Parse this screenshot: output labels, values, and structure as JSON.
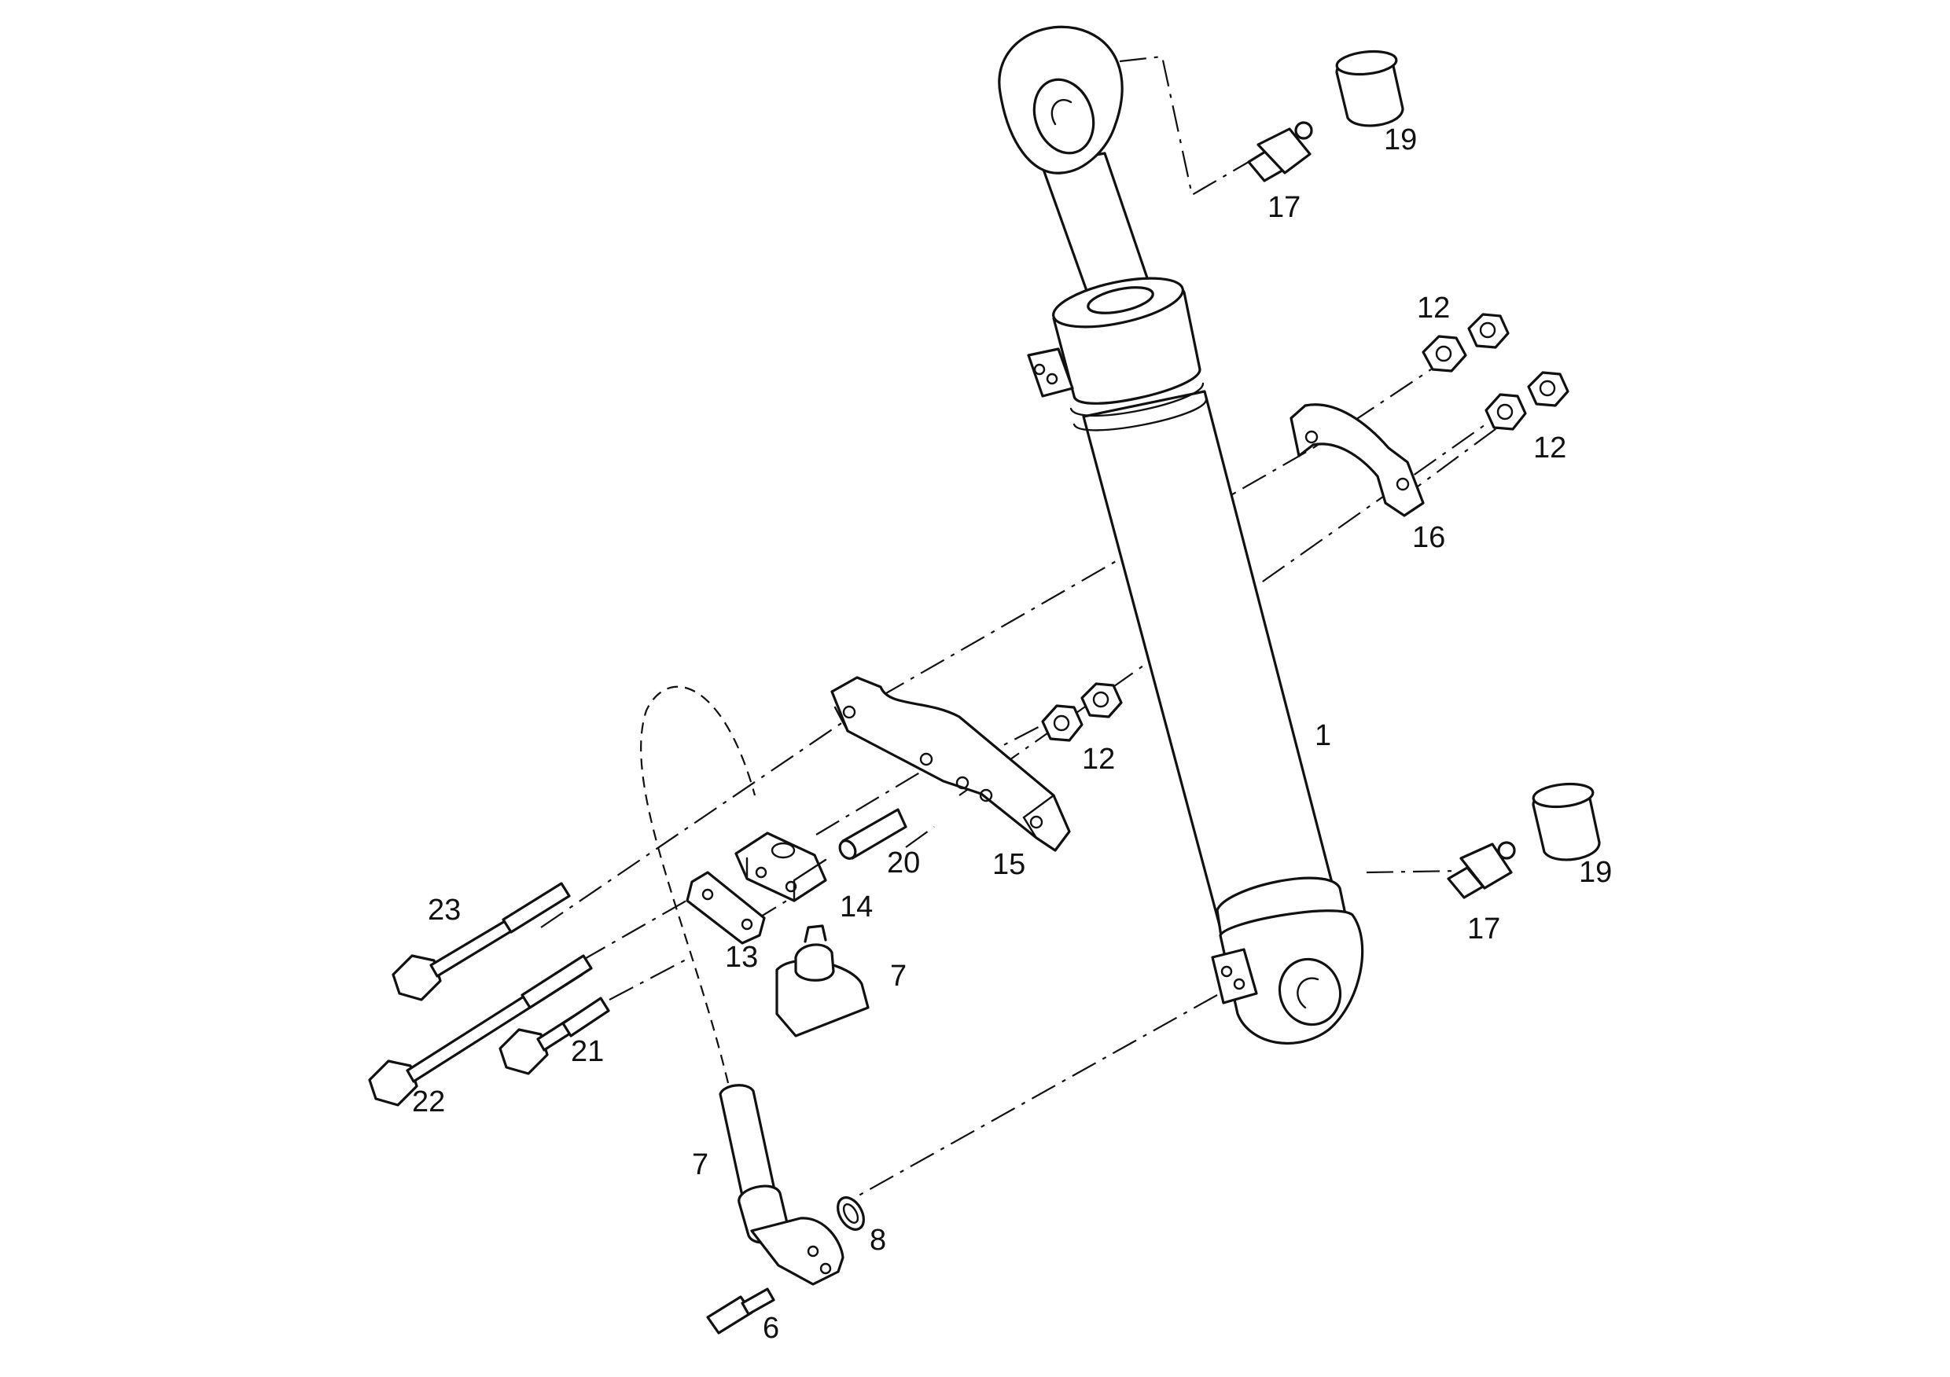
{
  "diagram": {
    "callouts": [
      {
        "id": "c1",
        "text": "1"
      },
      {
        "id": "c6",
        "text": "6"
      },
      {
        "id": "c7a",
        "text": "7"
      },
      {
        "id": "c7b",
        "text": "7"
      },
      {
        "id": "c8",
        "text": "8"
      },
      {
        "id": "c12a",
        "text": "12"
      },
      {
        "id": "c12b",
        "text": "12"
      },
      {
        "id": "c12c",
        "text": "12"
      },
      {
        "id": "c13",
        "text": "13"
      },
      {
        "id": "c14",
        "text": "14"
      },
      {
        "id": "c15",
        "text": "15"
      },
      {
        "id": "c16",
        "text": "16"
      },
      {
        "id": "c17a",
        "text": "17"
      },
      {
        "id": "c17b",
        "text": "17"
      },
      {
        "id": "c19a",
        "text": "19"
      },
      {
        "id": "c19b",
        "text": "19"
      },
      {
        "id": "c20",
        "text": "20"
      },
      {
        "id": "c21",
        "text": "21"
      },
      {
        "id": "c22",
        "text": "22"
      },
      {
        "id": "c23",
        "text": "23"
      }
    ],
    "colors": {
      "line": "#111111",
      "background": "#ffffff"
    }
  }
}
